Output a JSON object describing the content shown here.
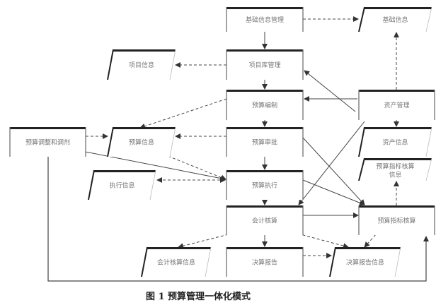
{
  "nodes": {
    "basic_mgmt": "基础信息管理",
    "basic_info": "基础信息",
    "project_info": "项目信息",
    "project_lib": "项目库管理",
    "budget_prep": "预算编制",
    "asset_mgmt": "资产管理",
    "budget_adjust": "预算调整和调剂",
    "budget_info": "预算信息",
    "budget_approve": "预算审批",
    "asset_info": "资产信息",
    "exec_info": "执行信息",
    "budget_exec": "预算执行",
    "indicator_info_1": "预算指标核算",
    "indicator_info_2": "信息",
    "accounting": "会计核算",
    "indicator_acc": "预算指标核算",
    "accounting_info": "会计核算信息",
    "final_report": "决算报告",
    "final_report_info": "决算报告信息"
  },
  "caption": "图 1  预算管理一体化模式"
}
